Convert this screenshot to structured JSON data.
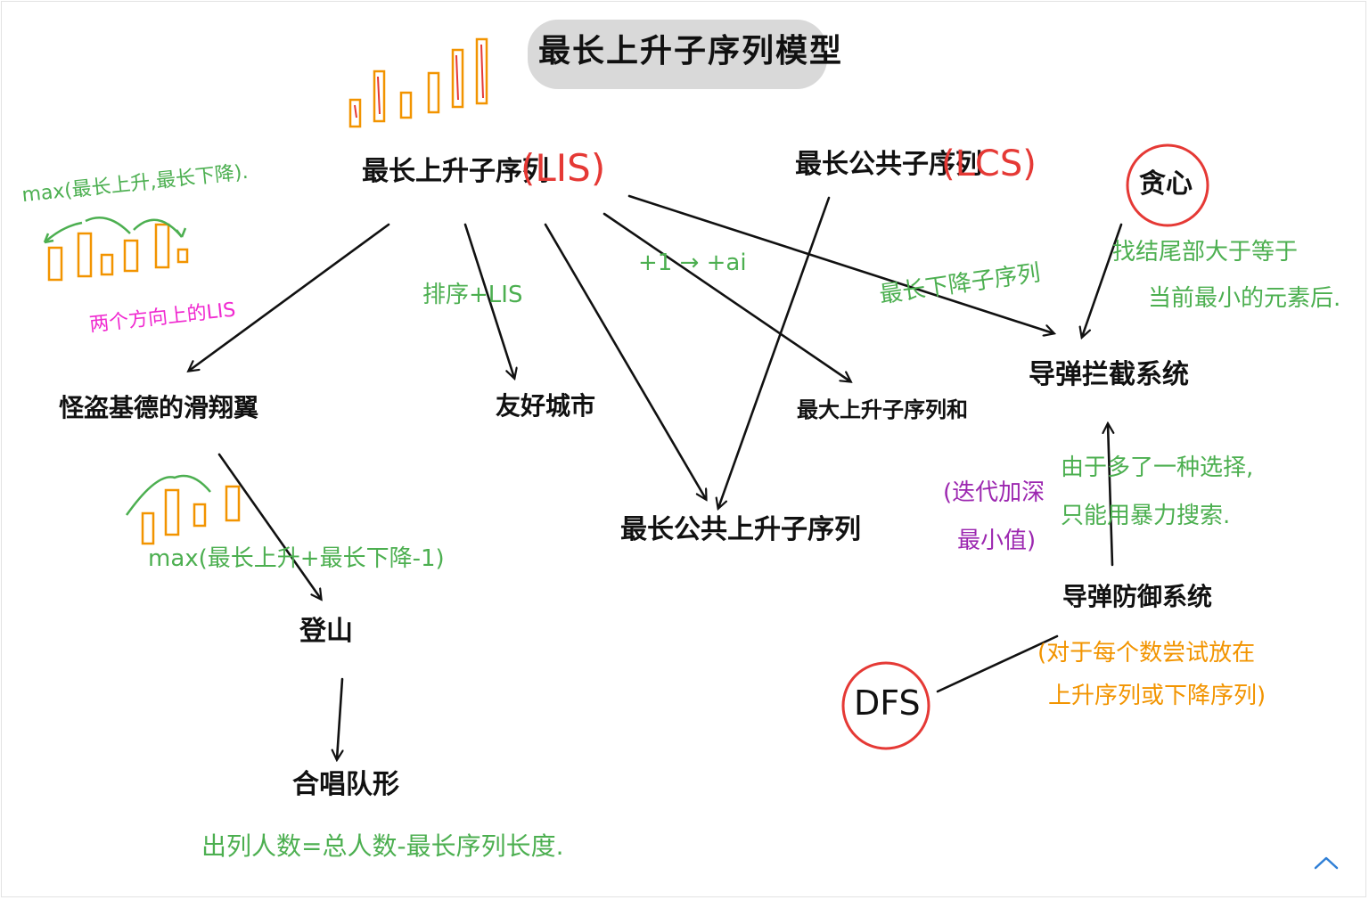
{
  "title": "最长上升子序列模型",
  "nodes": {
    "lis": "最长上升子序列",
    "lis_tag": "(LIS)",
    "lcs": "最长公共子序列",
    "lcs_tag": "(LCS)",
    "glider": "怪盗基德的滑翔翼",
    "sister_cities": "友好城市",
    "lcis": "最长公共上升子序列",
    "max_sum_is": "最大上升子序列和",
    "interceptor": "导弹拦截系统",
    "defense": "导弹防御系统",
    "mountain": "登山",
    "chorus": "合唱队形",
    "greedy": "贪心",
    "dfs": "DFS"
  },
  "notes": {
    "max_left": "max(最长上升,最长下降).",
    "two_dir": "两个方向上的LIS",
    "sort_lis": "排序+LIS",
    "plus_ai": "+1 → +ai",
    "ldis": "最长下降子序列",
    "greedy_note_1": "找结尾部大于等于",
    "greedy_note_2": "当前最小的元素后.",
    "defense_note_1": "由于多了一种选择,",
    "defense_note_2": "只能用暴力搜索.",
    "iter_deep_1": "(迭代加深",
    "iter_deep_2": "最小值)",
    "mountain_formula": "max(最长上升+最长下降-1)",
    "dfs_note_1": "(对于每个数尝试放在",
    "dfs_note_2": "上升序列或下降序列)",
    "chorus_formula": "出列人数=总人数-最长序列长度."
  },
  "colors": {
    "ink": "#111111",
    "red": "#e53935",
    "green": "#4caf50",
    "orange": "#f29400",
    "magenta": "#f02ad0",
    "purple": "#9c27b0",
    "pill": "#d9d9d9",
    "scroll_button": "#2f7fd6"
  },
  "icons": {
    "scroll_up": "chevron-up-icon"
  }
}
